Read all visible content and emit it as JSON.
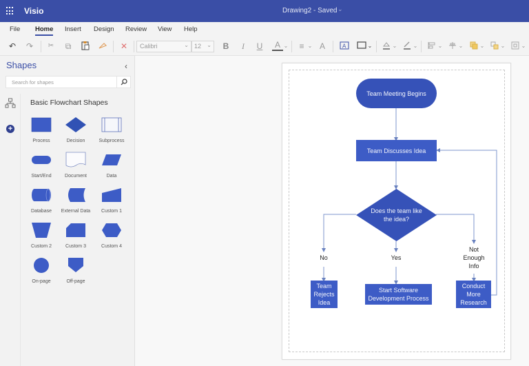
{
  "titlebar": {
    "app_name": "Visio",
    "document_title": "Drawing2 - Saved",
    "title_chevron": "⌄",
    "brand_color": "#3a4ea6"
  },
  "menu": {
    "items": [
      "File",
      "Home",
      "Insert",
      "Design",
      "Review",
      "View",
      "Help"
    ],
    "active": "Home"
  },
  "toolbar": {
    "undo": "↶",
    "redo": "↷",
    "cut": "✂",
    "copy": "⧉",
    "paste": "📋",
    "format_painter": "🖌",
    "delete": "✕",
    "font_name": "Calibri",
    "font_size": "12",
    "bold": "B",
    "italic": "I",
    "underline": "U",
    "font_color": "A",
    "align": "≡",
    "grow_font": "A",
    "text_box": "A",
    "chevron": "⌄"
  },
  "sidebar": {
    "title": "Shapes",
    "collapse": "‹",
    "search_placeholder": "Search for shapes",
    "add_button": "+",
    "stencil_title": "Basic Flowchart Shapes",
    "shapes": [
      {
        "label": "Process"
      },
      {
        "label": "Decision"
      },
      {
        "label": "Subprocess"
      },
      {
        "label": "Start/End"
      },
      {
        "label": "Document"
      },
      {
        "label": "Data"
      },
      {
        "label": "Database"
      },
      {
        "label": "External Data"
      },
      {
        "label": "Custom 1"
      },
      {
        "label": "Custom 2"
      },
      {
        "label": "Custom 3"
      },
      {
        "label": "Custom 4"
      },
      {
        "label": "On-page"
      },
      {
        "label": "Off-page"
      }
    ],
    "shape_color": "#3d5cc6"
  },
  "diagram": {
    "node_color": "#3d5cc6",
    "connector_color": "#7d96cc",
    "nodes": {
      "start": "Team Meeting Begins",
      "discuss": "Team Discusses Idea",
      "decision": "Does the team like the idea?",
      "reject": "Team Rejects Idea",
      "start_dev": "Start Software Development Process",
      "research": "Conduct More Research"
    },
    "branch_labels": {
      "no": "No",
      "yes": "Yes",
      "not_enough": "Not Enough Info"
    }
  }
}
